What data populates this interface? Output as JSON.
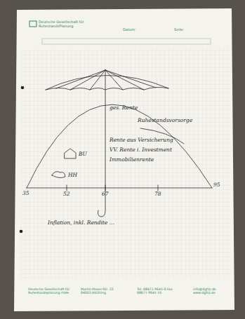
{
  "diagram": {
    "labels": [
      "Deutsche Gesellschaft für RuhestandsPlanung",
      "Datum:",
      "Seite:",
      "ges. Rente",
      "Ruhestandsvorsorge",
      "Rente aus Versicherung",
      "VV. Rente i. Investment",
      "Immobilienrente",
      "BU",
      "HH",
      "35",
      "52",
      "67",
      "78",
      "95",
      "Inflation, inkl. Rendite ...",
      "Deutsche Gesellschaft für Ruhestandsplanung mbH",
      "Martin-Moser-Str. 23 84503 Altötting",
      "Tel. 08671 9641-0 Fax 08671 9641-15",
      "info@dgfrp.de www.dgfrp.de"
    ]
  }
}
